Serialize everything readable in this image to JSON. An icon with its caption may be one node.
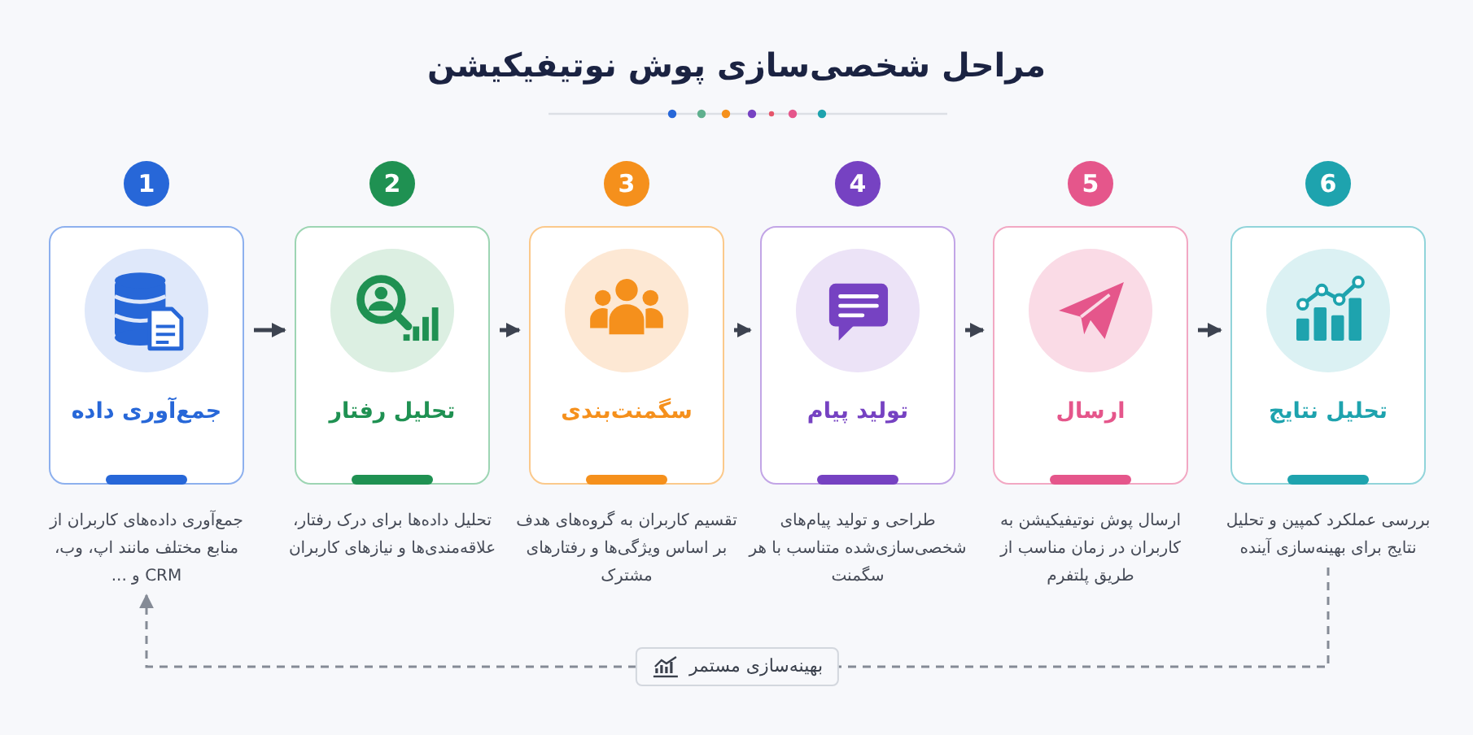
{
  "diagram": {
    "title": "مراحل شخصی‌سازی پوش نوتیفیکیشن",
    "nodes": [
      {
        "text": [
          "جمع‌آوری داده"
        ],
        "beside": [
          "1"
        ]
      },
      {
        "text": [
          "تحلیل رفتار"
        ],
        "beside": [
          "2"
        ]
      },
      {
        "text": [
          "سگمنت‌بندی"
        ],
        "beside": [
          "3"
        ]
      },
      {
        "text": [
          "تولید پیام"
        ],
        "beside": [
          "4"
        ]
      },
      {
        "text": [
          "ارسال"
        ],
        "beside": [
          "5"
        ]
      },
      {
        "text": [
          "تحلیل نتایج"
        ],
        "beside": [
          "6"
        ]
      },
      {
        "text": [
          "جمع‌آوری داده‌های کاربران از منابع مختلف مانند اپ، وب، CRM و ..."
        ]
      },
      {
        "text": [
          "تحلیل داده‌ها برای درک رفتار، علاقه‌مندی‌ها و نیازهای کاربران"
        ]
      },
      {
        "text": [
          "تقسیم کاربران به گروه‌های هدف بر اساس ویژگی‌ها و رفتارهای مشترک"
        ]
      },
      {
        "text": [
          "طراحی و تولید پیام‌های شخصی‌سازی‌شده متناسب با هر سگمنت"
        ]
      },
      {
        "text": [
          "ارسال پوش نوتیفیکیشن به کاربران در زمان مناسب از طریق پلتفرم"
        ]
      },
      {
        "text": [
          "بررسی عملکرد کمپین و تحلیل نتایج برای بهینه‌سازی آینده"
        ]
      }
    ],
    "edges": [
      {
        "from": 0,
        "to": 1,
        "arrow": "to"
      },
      {
        "from": 1,
        "to": 2,
        "arrow": "to"
      },
      {
        "from": 2,
        "to": 3,
        "arrow": "to"
      },
      {
        "from": 3,
        "to": 4,
        "arrow": "to"
      },
      {
        "from": 4,
        "to": 5,
        "arrow": "to"
      },
      {
        "from": 11,
        "to": 6,
        "arrow": "to",
        "label": "بهینه‌سازی مستمر",
        "style": "dashed",
        "color": "#858b96"
      }
    ]
  }
}
